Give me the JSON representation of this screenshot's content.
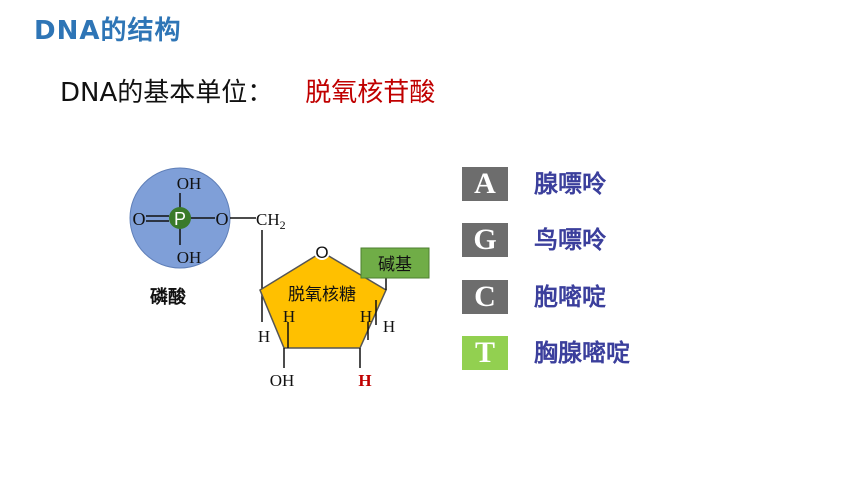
{
  "title": "DNA的结构",
  "subtitle": {
    "label": "DNA的基本单位：",
    "value": "脱氧核苷酸"
  },
  "diagram": {
    "phosphate": {
      "label": "磷酸",
      "atom_p": "P",
      "atom_o_left": "O",
      "atom_o_right": "O",
      "oh_top": "OH",
      "oh_bottom": "OH",
      "ch2": "CH",
      "ch2_sub": "2",
      "color": "#7F9FD8"
    },
    "sugar": {
      "label": "脱氧核糖",
      "ring_o": "O",
      "h_left_outer": "H",
      "h_left_inner": "H",
      "h_right_inner": "H",
      "h_right_outer": "H",
      "oh": "OH",
      "h_bottom": "H",
      "color": "#FFC000"
    },
    "base": {
      "label": "碱基",
      "color": "#70AD47"
    }
  },
  "bases": [
    {
      "letter": "A",
      "name": "腺嘌呤",
      "color": "#6D6D6D"
    },
    {
      "letter": "G",
      "name": "鸟嘌呤",
      "color": "#6D6D6D"
    },
    {
      "letter": "C",
      "name": "胞嘧啶",
      "color": "#6D6D6D"
    },
    {
      "letter": "T",
      "name": "胸腺嘧啶",
      "color": "#92D050"
    }
  ]
}
